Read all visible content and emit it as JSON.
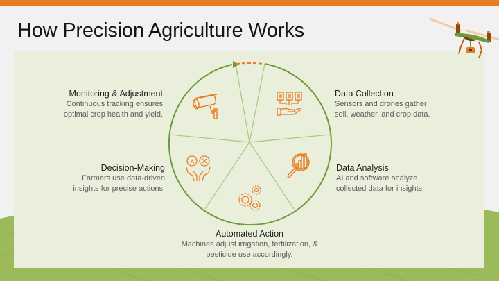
{
  "slide": {
    "title": "How Precision Agriculture Works",
    "colors": {
      "accent_orange": "#e77c22",
      "ring_green": "#6c9a3c",
      "panel_bg": "#eaefdc",
      "field_green": "#9bbb5b"
    }
  },
  "steps": [
    {
      "title": "Data Collection",
      "desc_line1": "Sensors and drones gather",
      "desc_line2": "soil, weather, and crop data.",
      "icon": "hand-documents-icon"
    },
    {
      "title": "Data Analysis",
      "desc_line1": "AI and software analyze",
      "desc_line2": "collected data for insights.",
      "icon": "magnifier-chart-icon"
    },
    {
      "title": "Automated Action",
      "desc_line1": "Machines adjust irrigation, fertilization, &",
      "desc_line2": "pesticide use accordingly.",
      "icon": "gears-icon"
    },
    {
      "title": "Decision-Making",
      "desc_line1": "Farmers use data-driven",
      "desc_line2": "insights for precise actions.",
      "icon": "hands-decision-icon"
    },
    {
      "title": "Monitoring & Adjustment",
      "desc_line1": "Continuous tracking ensures",
      "desc_line2": "optimal crop health and yield.",
      "icon": "security-camera-icon"
    }
  ],
  "decorations": {
    "drone": "drone-icon"
  }
}
